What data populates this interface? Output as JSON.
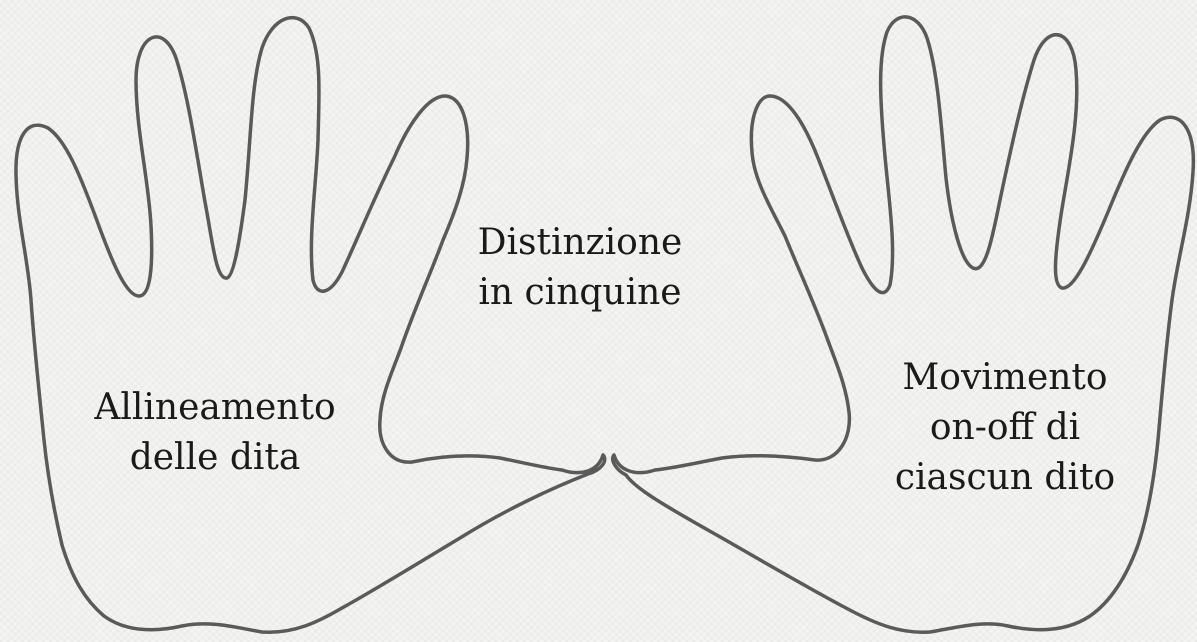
{
  "diagram": {
    "labels": {
      "left": {
        "line1": "Allineamento",
        "line2": "delle dita"
      },
      "center": {
        "line1": "Distinzione",
        "line2": "in cinquine"
      },
      "right": {
        "line1": "Movimento",
        "line2": "on-off di",
        "line3": "ciascun dito"
      }
    },
    "outline_color": "#5a5a5a"
  }
}
